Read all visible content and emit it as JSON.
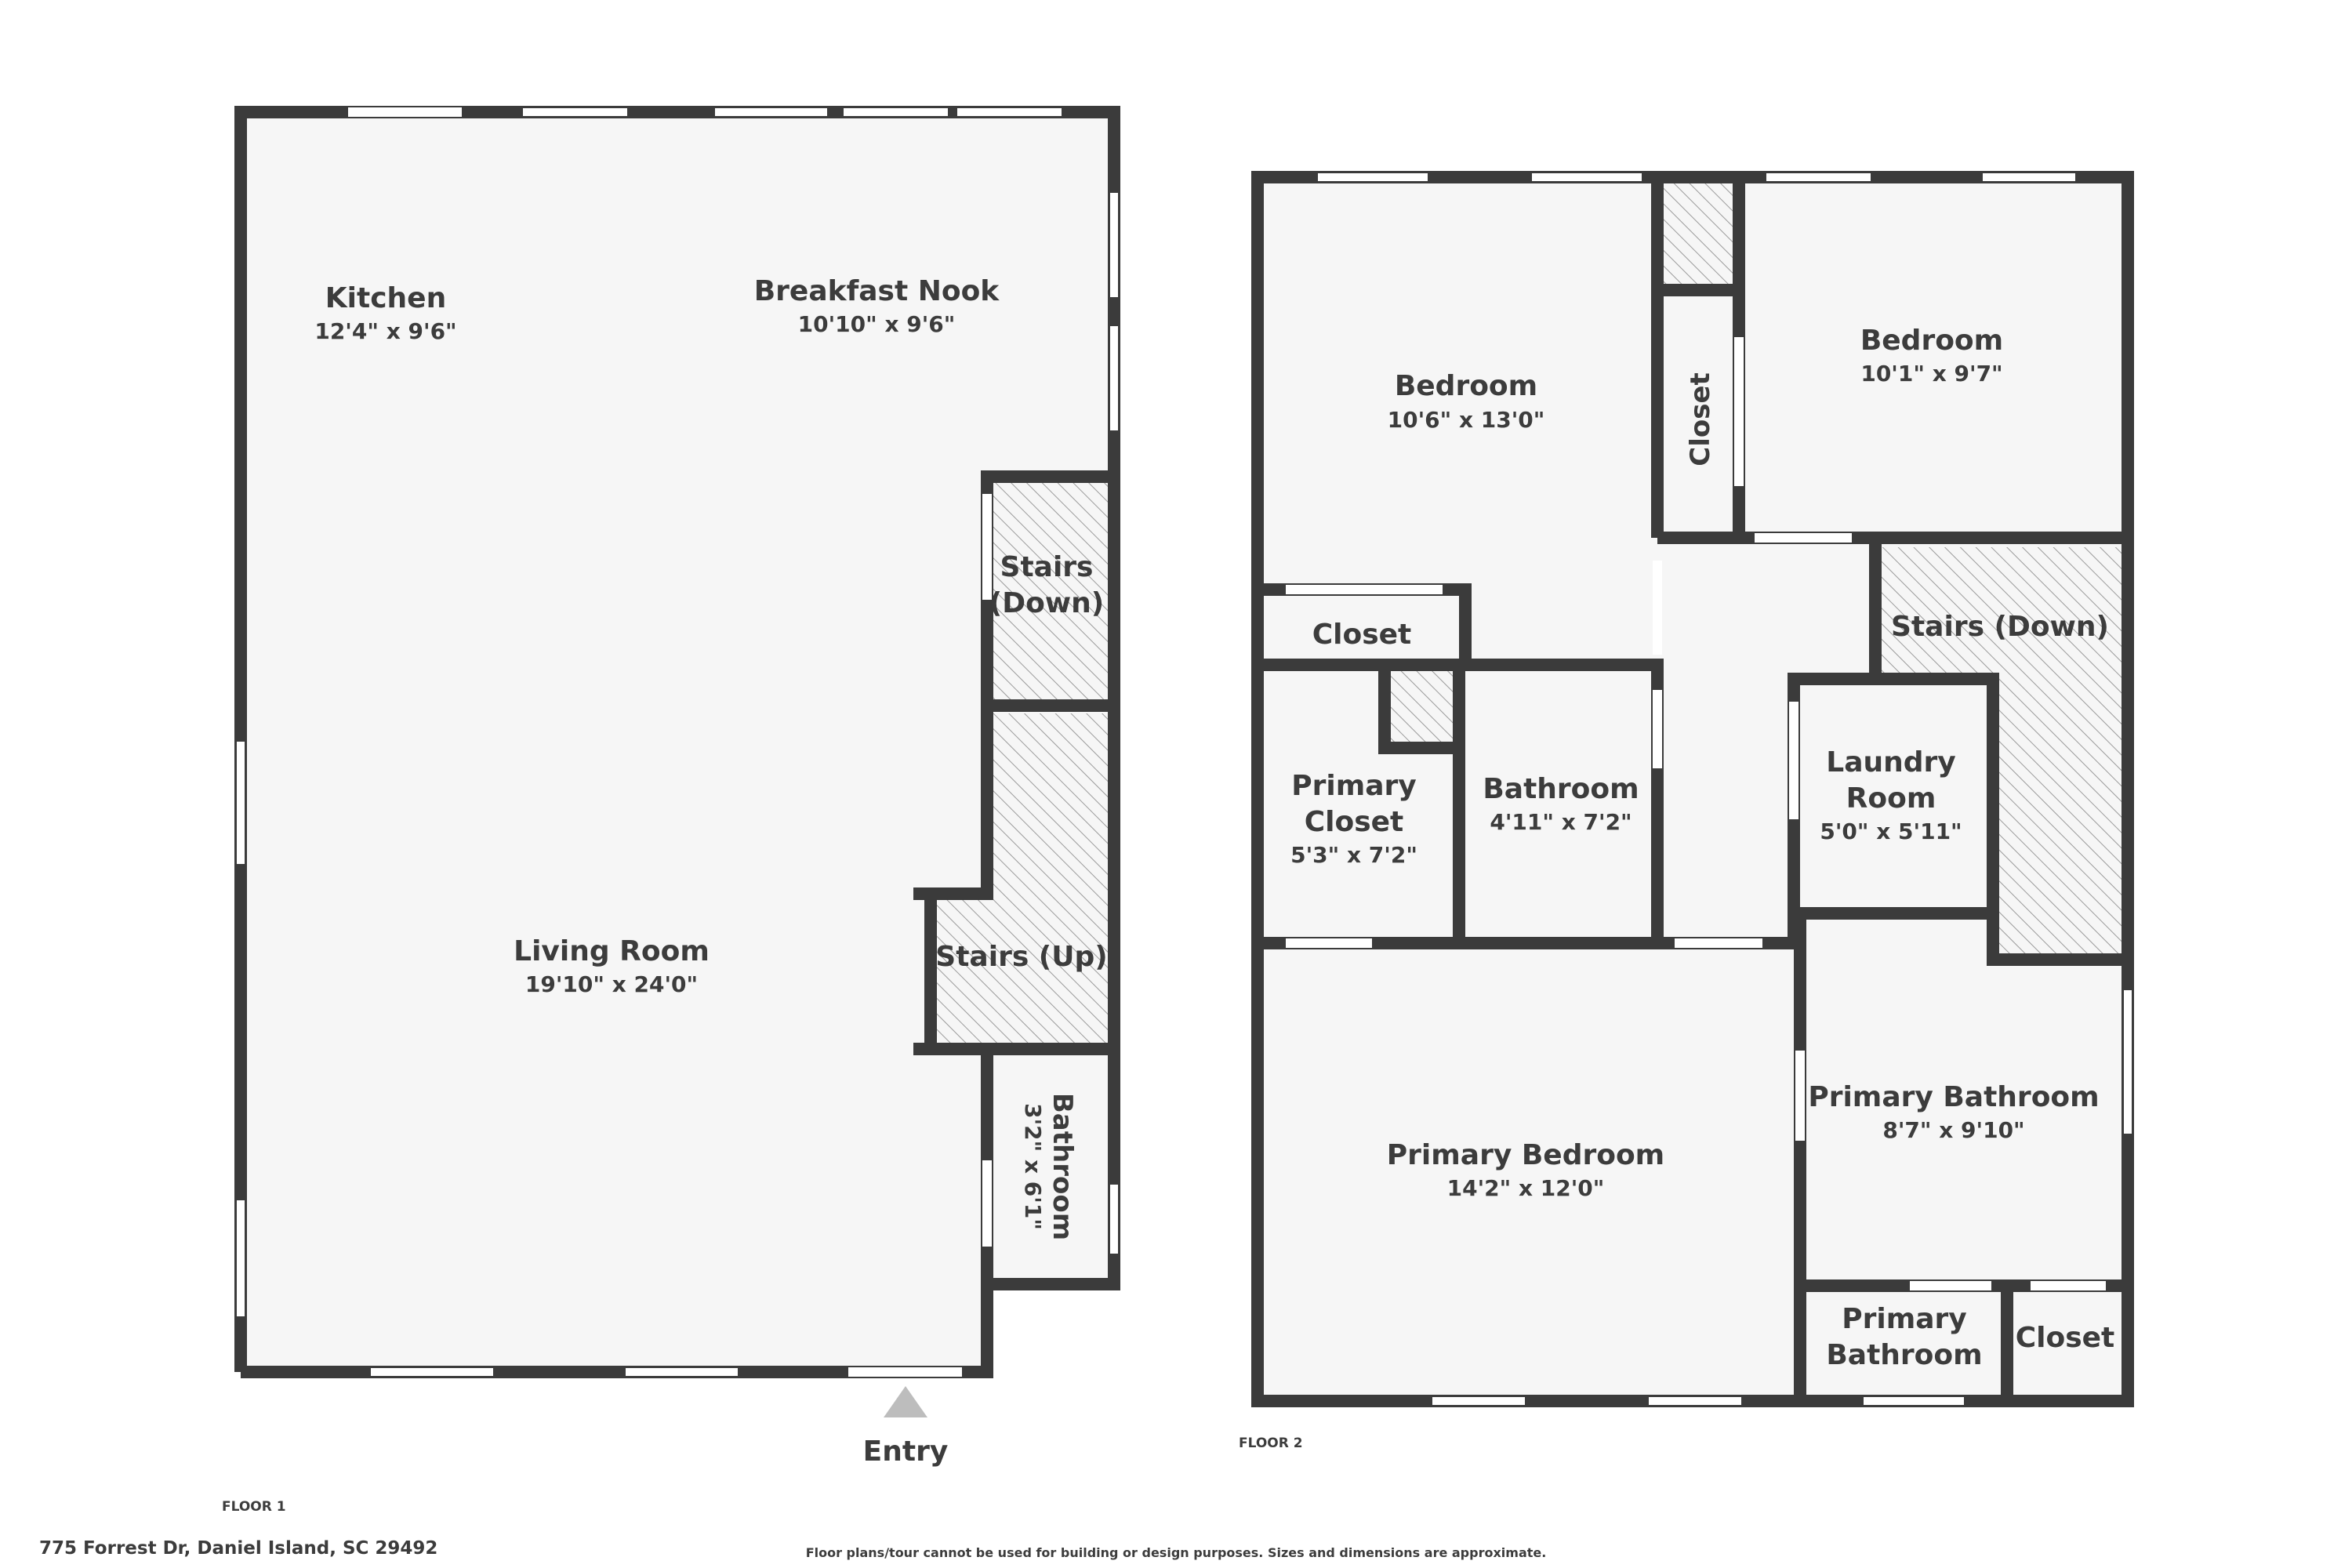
{
  "colors": {
    "wall": "#3b3b3b",
    "floor": "#f6f6f6",
    "window": "#ffffff",
    "hatch": "#9a9a9a",
    "entry_arrow": "#bdbdbd"
  },
  "floor1": {
    "label": "FLOOR 1",
    "rooms": {
      "kitchen": {
        "name": "Kitchen",
        "dims": "12'4\" x 9'6\""
      },
      "breakfast_nook": {
        "name": "Breakfast Nook",
        "dims": "10'10\" x 9'6\""
      },
      "living_room": {
        "name": "Living Room",
        "dims": "19'10\" x 24'0\""
      },
      "stairs_down": {
        "name_line1": "Stairs",
        "name_line2": "(Down)"
      },
      "stairs_up": {
        "name": "Stairs (Up)"
      },
      "bathroom": {
        "name": "Bathroom",
        "dims": "3'2\" x 6'1\""
      }
    },
    "entry_label": "Entry"
  },
  "floor2": {
    "label": "FLOOR 2",
    "rooms": {
      "bedroom_left": {
        "name": "Bedroom",
        "dims": "10'6\" x 13'0\""
      },
      "bedroom_right": {
        "name": "Bedroom",
        "dims": "10'1\" x 9'7\""
      },
      "closet_vertical": {
        "name": "Closet"
      },
      "closet_left": {
        "name": "Closet"
      },
      "stairs_down": {
        "name": "Stairs (Down)"
      },
      "primary_closet": {
        "name_line1": "Primary",
        "name_line2": "Closet",
        "dims": "5'3\" x 7'2\""
      },
      "bathroom": {
        "name": "Bathroom",
        "dims": "4'11\" x 7'2\""
      },
      "laundry": {
        "name_line1": "Laundry",
        "name_line2": "Room",
        "dims": "5'0\" x 5'11\""
      },
      "primary_bedroom": {
        "name": "Primary Bedroom",
        "dims": "14'2\" x 12'0\""
      },
      "primary_bathroom": {
        "name": "Primary Bathroom",
        "dims": "8'7\" x 9'10\""
      },
      "primary_bathroom_small": {
        "name_line1": "Primary",
        "name_line2": "Bathroom"
      },
      "closet_small": {
        "name": "Closet"
      }
    }
  },
  "footer": {
    "address": "775 Forrest Dr, Daniel Island, SC 29492",
    "disclaimer": "Floor plans/tour cannot be used for building or design purposes. Sizes and dimensions are approximate."
  }
}
